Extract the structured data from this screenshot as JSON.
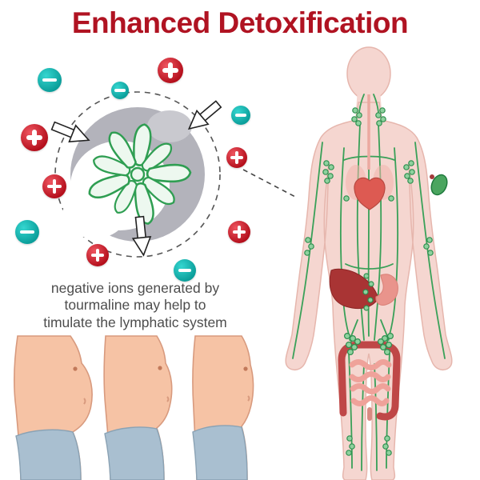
{
  "title": "Enhanced Detoxification",
  "caption": {
    "line1": "negative ions generated by",
    "line2": "tourmaline may help to",
    "line3": "timulate the lymphatic system"
  },
  "icons": {
    "plus": "plus-icon",
    "minus": "minus-icon"
  },
  "colors": {
    "title_red": "#b01322",
    "ion_plus_red": "#c8161f",
    "ion_minus_teal": "#10b3af",
    "lymph_green": "#2f9e52",
    "body_pink": "#f5d6d0",
    "skin_tone": "#f6c3a5",
    "briefs_blue": "#a9bfd0",
    "organ_red": "#a93434"
  }
}
